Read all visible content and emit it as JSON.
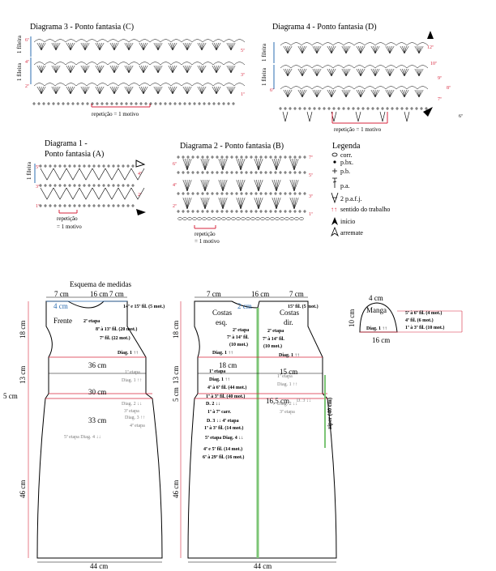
{
  "colors": {
    "ink": "#000000",
    "red": "#d7263d",
    "blue": "#2b6cb0",
    "green": "#7cc576",
    "grey": "#7a7a7a"
  },
  "diagram3": {
    "title": "Diagrama 3 - Ponto fantasia (C)",
    "rows_left": [
      "6ª",
      "4ª",
      "2ª"
    ],
    "rows_right": [
      "5ª",
      "3ª",
      "1ª"
    ],
    "side_labels": [
      "1 fileira",
      "1 fileira"
    ],
    "repeat": "repetição = 1 motivo"
  },
  "diagram4": {
    "title": "Diagrama 4 - Ponto fantasia (D)",
    "rows_left": [
      "10ª",
      "8ª",
      "6ª"
    ],
    "rows_right": [
      "12ª",
      "9ª",
      "7ª"
    ],
    "side_labels": [
      "1 fileira",
      "1 fileira"
    ],
    "repeat": "repetição = 1 motivo",
    "note": "6ª"
  },
  "diagram1": {
    "title_line1": "Diagrama 1 -",
    "title_line2": "Ponto fantasia (A)",
    "rows_left": [
      "5ª",
      "3ª",
      "1ª"
    ],
    "rows_right": [
      "4ª",
      "2ª"
    ],
    "side_label": "1 fileira",
    "repeat_line1": "repetição",
    "repeat_line2": "= 1 motivo"
  },
  "diagram2": {
    "title": "Diagrama 2 - Ponto fantasia (B)",
    "rows_left": [
      "6ª",
      "4ª",
      "2ª"
    ],
    "rows_right": [
      "7ª",
      "5ª",
      "3ª",
      "1ª"
    ],
    "repeat_line1": "repetição",
    "repeat_line2": "= 1 motivo"
  },
  "legend": {
    "title": "Legenda",
    "items": [
      "corr.",
      "p.bx.",
      "p.b.",
      "p.a.",
      "2 p.a.f.j.",
      "sentido do trabalho",
      "início",
      "arremate"
    ]
  },
  "measures": {
    "title": "Esquema de medidas"
  },
  "front": {
    "top": [
      "7 cm",
      "16 cm",
      "7 cm"
    ],
    "neck": "4 cm",
    "label": "Frente",
    "left_dims": [
      "18 cm",
      "13 cm",
      "5 cm",
      "46 cm"
    ],
    "bottom": "44 cm",
    "widths": [
      "36 cm",
      "30 cm",
      "33 cm"
    ],
    "notes": [
      "14ª e 15ª fil. (5 mot.)",
      "2ª etapa",
      "8ª à 13ª fil. (20 mot.)",
      "7ª fil. (22 mot.)",
      "Diag. 1 ↑↑",
      "1ª etapa",
      "Diag. 1 ↑↑",
      "Diag. 2 ↓↓",
      "3ª etapa",
      "Diag. 3 ↑↑",
      "4ª etapa",
      "5ª etapa Diag. 4 ↓↓"
    ]
  },
  "back": {
    "top": [
      "7 cm",
      "16 cm",
      "7 cm"
    ],
    "neck": "2 cm",
    "left_label": "Costas esq.",
    "right_label": "Costas dir.",
    "left_dims": [
      "18 cm",
      "13 cm",
      "5 cm",
      "46 cm"
    ],
    "bottom": "44 cm",
    "widths": [
      "18 cm",
      "15 cm",
      "16,5 cm"
    ],
    "zipper": "zíper (40 cm)",
    "notes_left": [
      "2ª etapa",
      "7ª à 14ª fil.",
      "(10 mot.)",
      "Diag. 1 ↑↑",
      "1ª etapa",
      "Diag. 1 ↑↑",
      "4ª à 6ª fil. (44 mot.)",
      "1ª à 3ª fil. (40 mot.)",
      "D. 2 ↓↓",
      "1ª à 7ª carr.",
      "D. 3 ↓↓ 4ª etapa",
      "1ª à 3ª fil. (14 mot.)",
      "5ª etapa Diag. 4 ↓↓",
      "4ª e 5ª fil. (14 mot.)",
      "6ª à 29ª fil. (16 mot.)"
    ],
    "notes_right": [
      "15ª fil. (5 mot.)",
      "2ª etapa",
      "7ª à 14ª fil.",
      "(10 mot.)",
      "Diag. 1 ↑↑",
      "1ª etapa",
      "Diag. 1 ↑↑",
      "Diag. 2 ↓↓",
      "3ª etapa",
      "D. 3 ↓↓"
    ]
  },
  "sleeve": {
    "top": "4 cm",
    "label": "Manga",
    "side": "10 cm",
    "bottom": "16 cm",
    "notes": [
      "5ª à 6ª fil. (4 mot.)",
      "4ª fil. (6 mot.)",
      "1ª à 3ª fil. (10 mot.)",
      "Diag. 1 ↑↑"
    ]
  }
}
